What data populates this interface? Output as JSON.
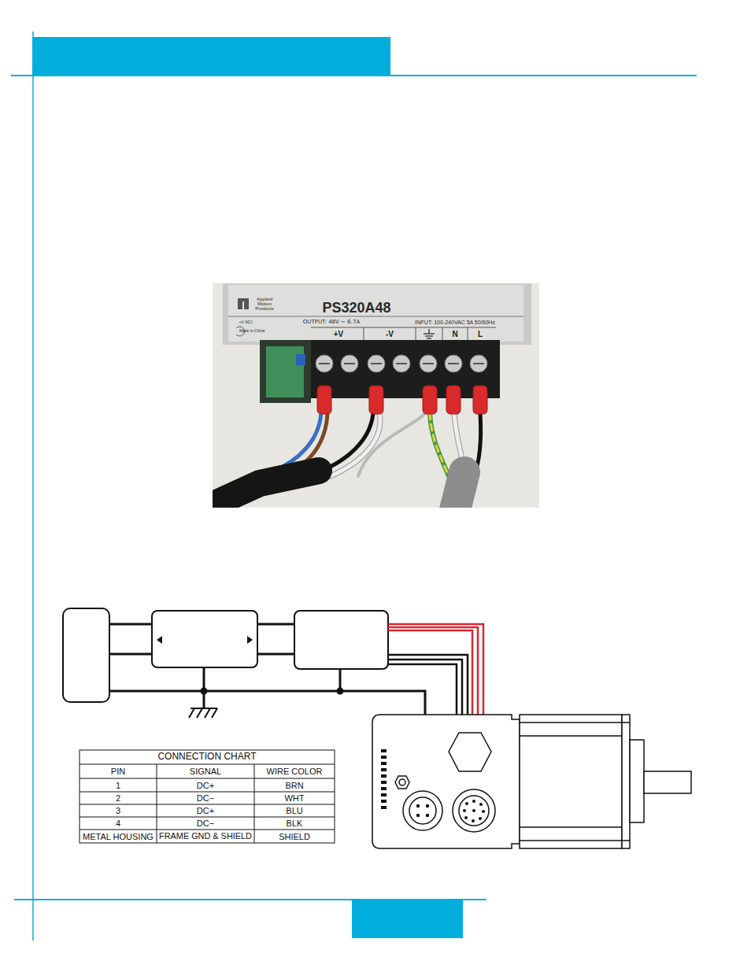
{
  "diagram": {
    "labels": [
      "PS320A48",
      "Applied Motion Products",
      "Made in China",
      "+V ADJ",
      "OUTPUT: 48V ⎓ 6.7A",
      "INPUT: 100-240VAC 5A 50/60Hz",
      "+V",
      "-V",
      "N",
      "L",
      "CONNECTION CHART",
      "PIN",
      "SIGNAL",
      "WIRE COLOR",
      "1",
      "DC+",
      "BRN",
      "2",
      "DC−",
      "WHT",
      "3",
      "DC+",
      "BLU",
      "4",
      "DC−",
      "BLK",
      "METAL HOUSING",
      "FRAME GND & SHIELD",
      "SHIELD"
    ]
  }
}
